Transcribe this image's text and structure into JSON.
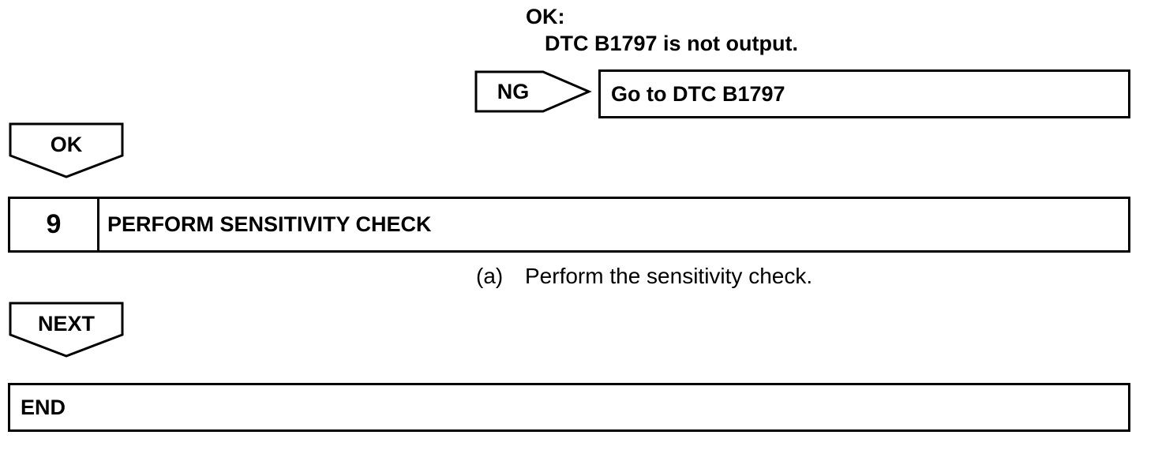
{
  "result": {
    "ok_label": "OK:",
    "ok_description": "DTC B1797 is not output."
  },
  "ng_branch": {
    "label": "NG",
    "target_text": "Go to DTC B1797"
  },
  "ok_arrow": {
    "label": "OK"
  },
  "step": {
    "number": "9",
    "title": "PERFORM SENSITIVITY CHECK"
  },
  "instruction": {
    "marker": "(a)",
    "text": "Perform the sensitivity check."
  },
  "next_arrow": {
    "label": "NEXT"
  },
  "end_box": {
    "label": "END"
  }
}
